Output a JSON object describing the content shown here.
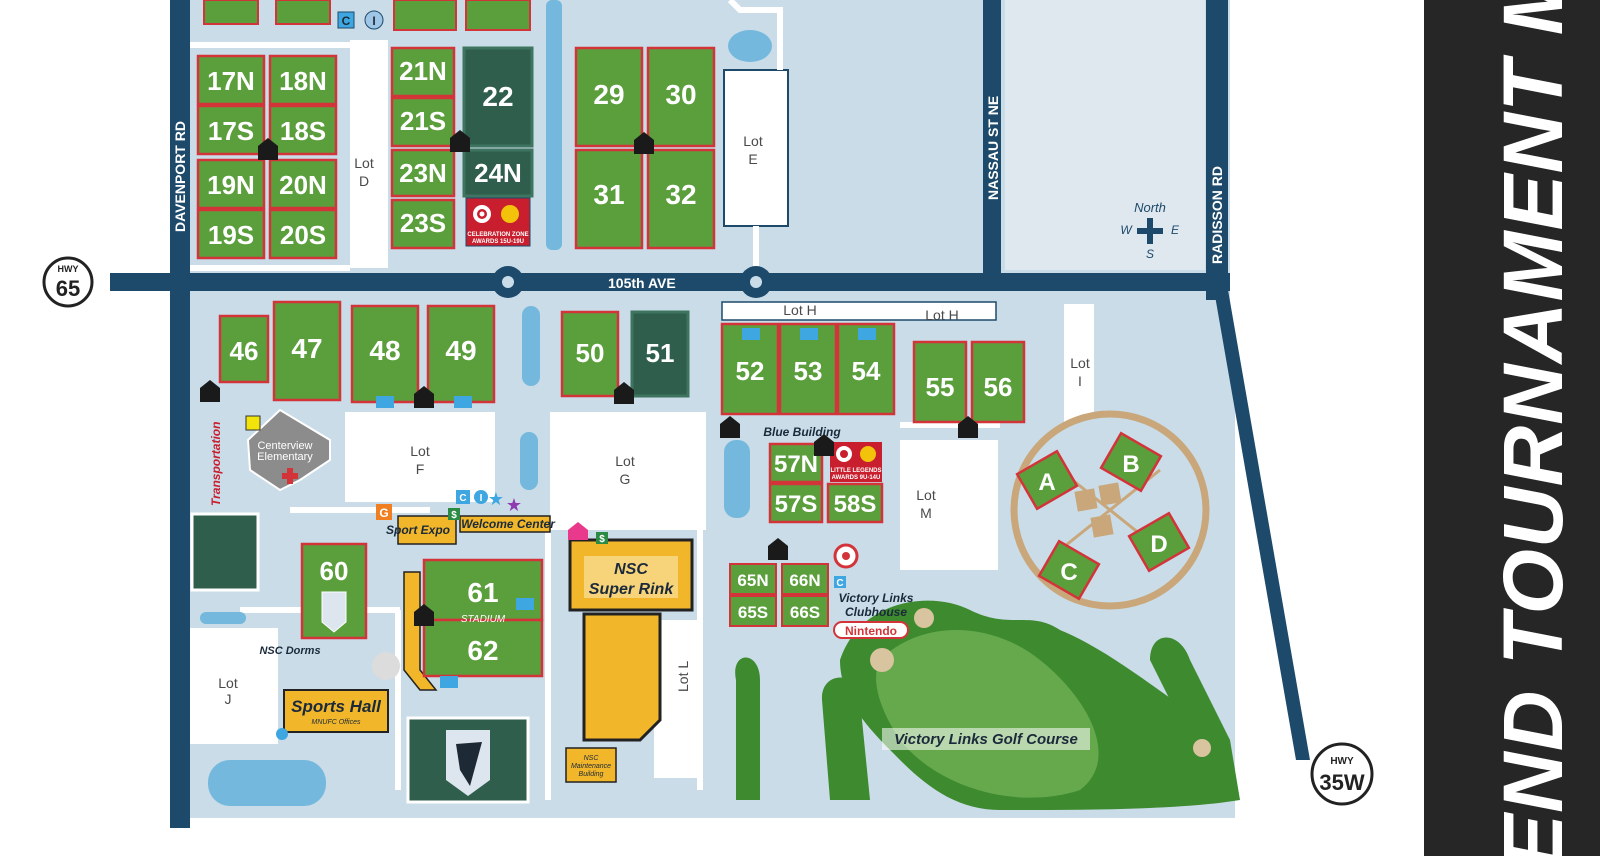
{
  "banner_text": "END TOURNAMENT MA",
  "roads": {
    "ave_105": "105th AVE",
    "davenport": "DAVENPORT RD",
    "nassau": "NASSAU ST NE",
    "radisson": "RADISSON RD"
  },
  "highways": {
    "hwy65": {
      "top": "HWY",
      "num": "65"
    },
    "hwy35w": {
      "top": "HWY",
      "num": "35W"
    }
  },
  "compass": {
    "north": "North",
    "west": "W",
    "east": "E",
    "south": "S"
  },
  "lots": {
    "d": [
      "Lot",
      "D"
    ],
    "e": [
      "Lot",
      "E"
    ],
    "f": [
      "Lot",
      "F"
    ],
    "g": [
      "Lot",
      "G"
    ],
    "h1": "Lot H",
    "h2": "Lot H",
    "i": [
      "Lot",
      "I"
    ],
    "m": [
      "Lot",
      "M"
    ],
    "j": [
      "Lot",
      "J"
    ],
    "l": "Lot L"
  },
  "fields": {
    "f17n": "17N",
    "f18n": "18N",
    "f17s": "17S",
    "f18s": "18S",
    "f19n": "19N",
    "f20n": "20N",
    "f19s": "19S",
    "f20s": "20S",
    "f21n": "21N",
    "f21s": "21S",
    "f22": "22",
    "f23n": "23N",
    "f24n": "24N",
    "f23s": "23S",
    "f29": "29",
    "f30": "30",
    "f31": "31",
    "f32": "32",
    "f46": "46",
    "f47": "47",
    "f48": "48",
    "f49": "49",
    "f50": "50",
    "f51": "51",
    "f52": "52",
    "f53": "53",
    "f54": "54",
    "f55": "55",
    "f56": "56",
    "f57n": "57N",
    "f57s": "57S",
    "f58s": "58S",
    "f60": "60",
    "f61": "61",
    "f62": "62",
    "f65n": "65N",
    "f66n": "66N",
    "f65s": "65S",
    "f66s": "66S",
    "fa": "A",
    "fb": "B",
    "fc": "C",
    "fd": "D"
  },
  "labels": {
    "stadium": "STADIUM",
    "celebration_1": "CELEBRATION ZONE",
    "celebration_2": "AWARDS 15U-19U",
    "legends_1": "LITTLE LEGENDS",
    "legends_2": "AWARDS 9U-14U",
    "transportation": "Transportation",
    "centerview": "Centerview",
    "elementary": "Elementary",
    "blue_building": "Blue Building",
    "sport_expo": "Sport Expo",
    "welcome_center": "Welcome Center",
    "nsc": "NSC",
    "super_rink": "Super Rink",
    "nsc_dorms": "NSC Dorms",
    "sports_hall": "Sports Hall",
    "mnufc_offices": "MNUFC Offices",
    "nsc_maint_1": "NSC",
    "nsc_maint_2": "Maintenance",
    "nsc_maint_3": "Building",
    "victory_clubhouse_1": "Victory Links",
    "victory_clubhouse_2": "Clubhouse",
    "nintendo": "Nintendo",
    "golf_course": "Victory Links Golf Course",
    "icon_c": "C",
    "icon_i": "I",
    "icon_dollar": "$",
    "icon_g": "G"
  },
  "colors": {
    "field_green": "#5b9e3c",
    "field_border": "#d3343a",
    "dark_field": "#2f5e4c",
    "road": "#1d4a6b",
    "ground": "#c9dce8",
    "water": "#74b8dd",
    "building": "#f2b62a",
    "banner": "#262626"
  }
}
